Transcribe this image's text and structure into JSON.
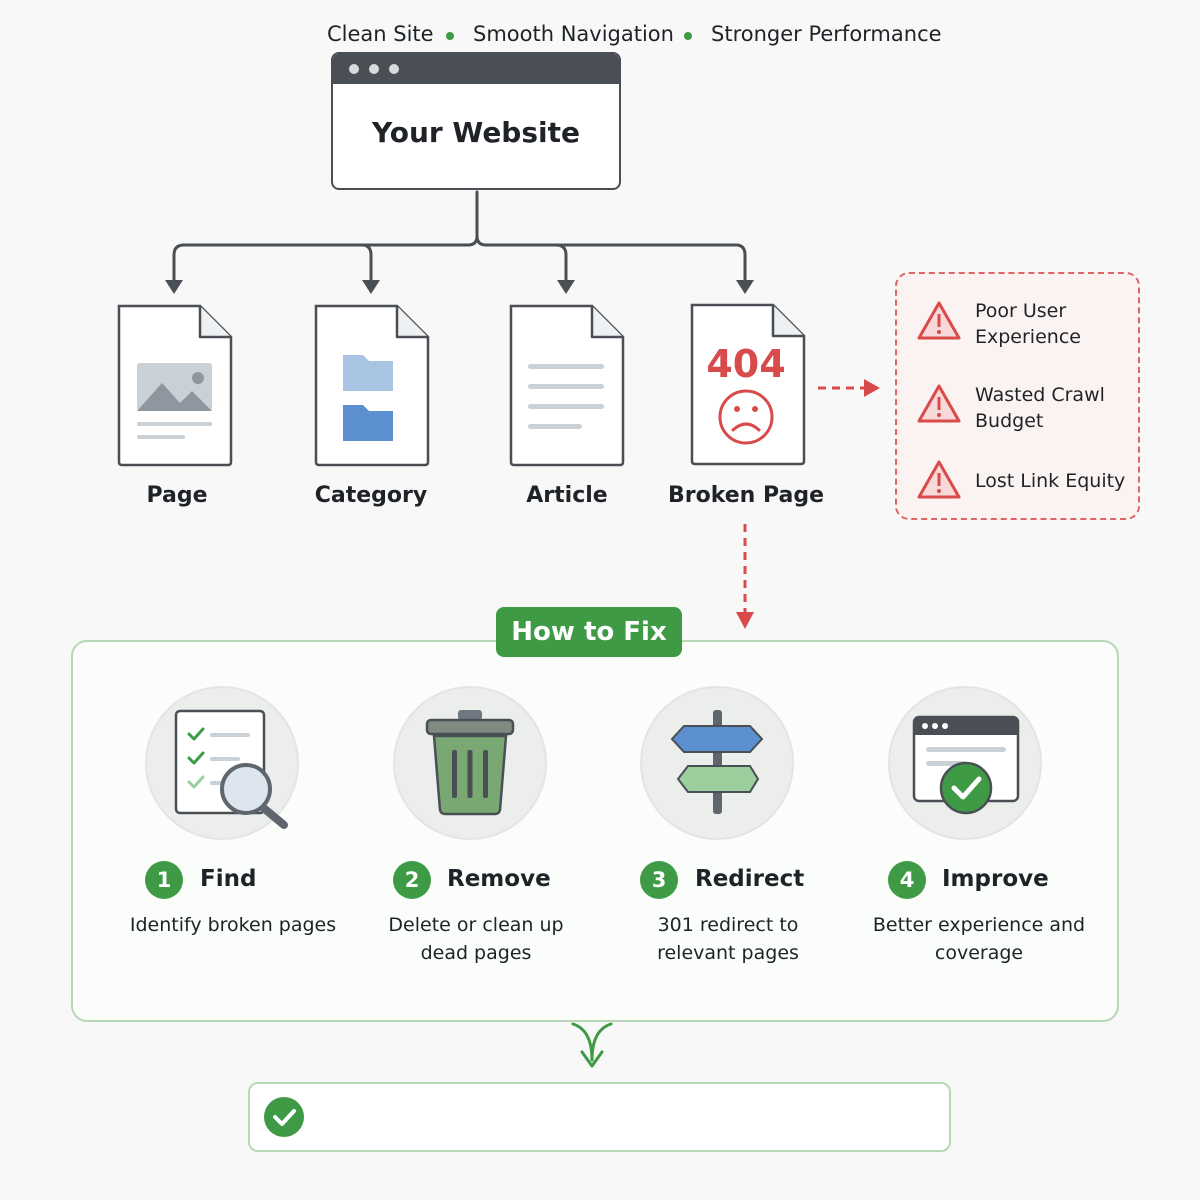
{
  "website": {
    "title": "Your Website"
  },
  "pages": [
    {
      "label": "Page"
    },
    {
      "label": "Category"
    },
    {
      "label": "Article"
    },
    {
      "label": "Broken Page",
      "code": "404"
    }
  ],
  "issues": [
    {
      "text": "Poor User Experience"
    },
    {
      "text": "Wasted Crawl Budget"
    },
    {
      "text": "Lost Link Equity"
    }
  ],
  "fix": {
    "title": "How to Fix",
    "steps": [
      {
        "number": "1",
        "title": "Find",
        "description": "Identify broken pages",
        "icon": "checklist-magnifier-icon"
      },
      {
        "number": "2",
        "title": "Remove",
        "description": "Delete or clean up dead pages",
        "icon": "trash-can-icon"
      },
      {
        "number": "3",
        "title": "Redirect",
        "description": "301 redirect to relevant pages",
        "icon": "signpost-icon"
      },
      {
        "number": "4",
        "title": "Improve",
        "description": "Better experience and coverage",
        "icon": "browser-check-icon"
      }
    ]
  },
  "results": [
    "Clean Site",
    "Smooth Navigation",
    "Stronger Performance"
  ],
  "colors": {
    "green": "#3f9a45",
    "red": "#d94a4a",
    "dark": "#4a4f55",
    "blue": "#5b8fcf"
  }
}
